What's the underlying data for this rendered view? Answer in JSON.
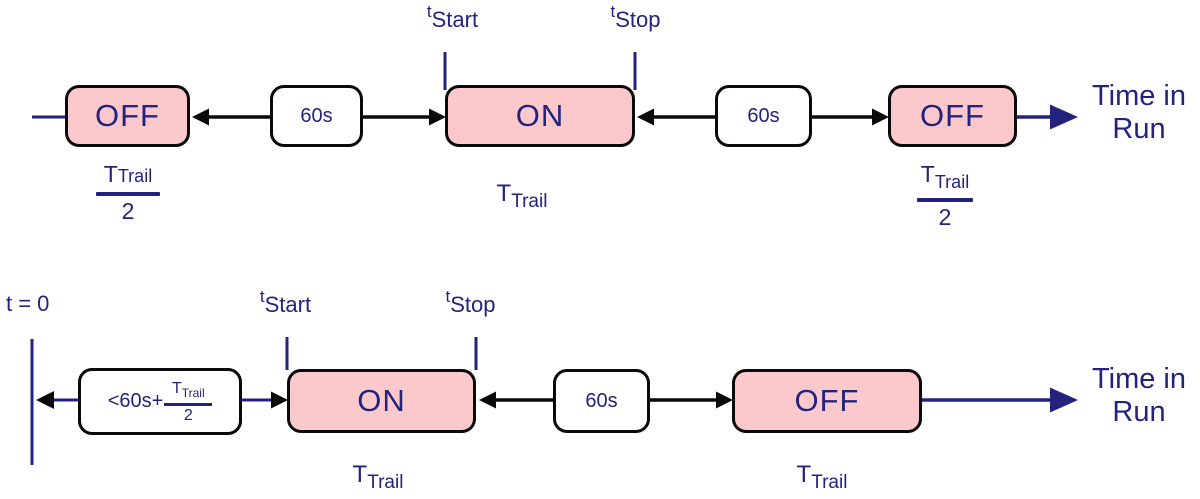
{
  "colors": {
    "navy": "#23237E",
    "pink": "#FBC9CB",
    "white": "#FFFFFF",
    "black": "#0A0A0A"
  },
  "top": {
    "t_start": {
      "t": "t",
      "sub": "Start"
    },
    "t_stop": {
      "t": "t",
      "sub": "Stop"
    },
    "off_left": {
      "label": "OFF",
      "duration": {
        "num_t": "T",
        "num_sub": "Trail",
        "den": "2"
      }
    },
    "delay_left": {
      "label": "60s"
    },
    "on": {
      "label": "ON",
      "duration": {
        "num_t": "T",
        "num_sub": "Trail"
      }
    },
    "delay_right": {
      "label": "60s"
    },
    "off_right": {
      "label": "OFF",
      "duration": {
        "num_t": "T",
        "num_sub": "Trail",
        "den": "2"
      }
    },
    "axis_label": {
      "line1": "Time in",
      "line2": "Run"
    }
  },
  "bottom": {
    "origin": "t = 0",
    "t_start": {
      "t": "t",
      "sub": "Start"
    },
    "t_stop": {
      "t": "t",
      "sub": "Stop"
    },
    "delay_left": {
      "prefix": "<60s+",
      "frac": {
        "num_t": "T",
        "num_sub": "Trail",
        "den": "2"
      }
    },
    "on": {
      "label": "ON",
      "duration": {
        "num_t": "T",
        "num_sub": "Trail"
      }
    },
    "delay_mid": {
      "label": "60s"
    },
    "off": {
      "label": "OFF",
      "duration": {
        "num_t": "T",
        "num_sub": "Trail"
      }
    },
    "axis_label": {
      "line1": "Time in",
      "line2": "Run"
    }
  }
}
